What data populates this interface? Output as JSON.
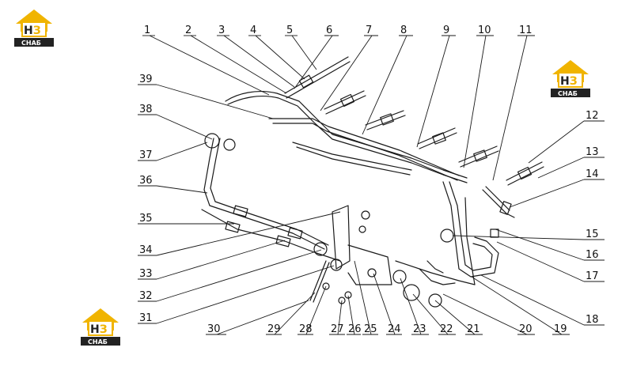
{
  "colors": {
    "line": "#1a1a1a",
    "logo_yellow": "#f0b400",
    "logo_dark": "#222222",
    "background": "#ffffff"
  },
  "logos": [
    {
      "mark": "НЗ",
      "sub": "СНАБ"
    },
    {
      "mark": "НЗ",
      "sub": "СНАБ"
    },
    {
      "mark": "НЗ",
      "sub": "СНАБ"
    }
  ],
  "callouts": [
    "1",
    "2",
    "3",
    "4",
    "5",
    "6",
    "7",
    "8",
    "9",
    "10",
    "11",
    "12",
    "13",
    "14",
    "15",
    "16",
    "17",
    "18",
    "19",
    "20",
    "21",
    "22",
    "23",
    "24",
    "25",
    "26",
    "27",
    "28",
    "29",
    "30",
    "31",
    "32",
    "33",
    "34",
    "35",
    "36",
    "37",
    "38",
    "39"
  ]
}
